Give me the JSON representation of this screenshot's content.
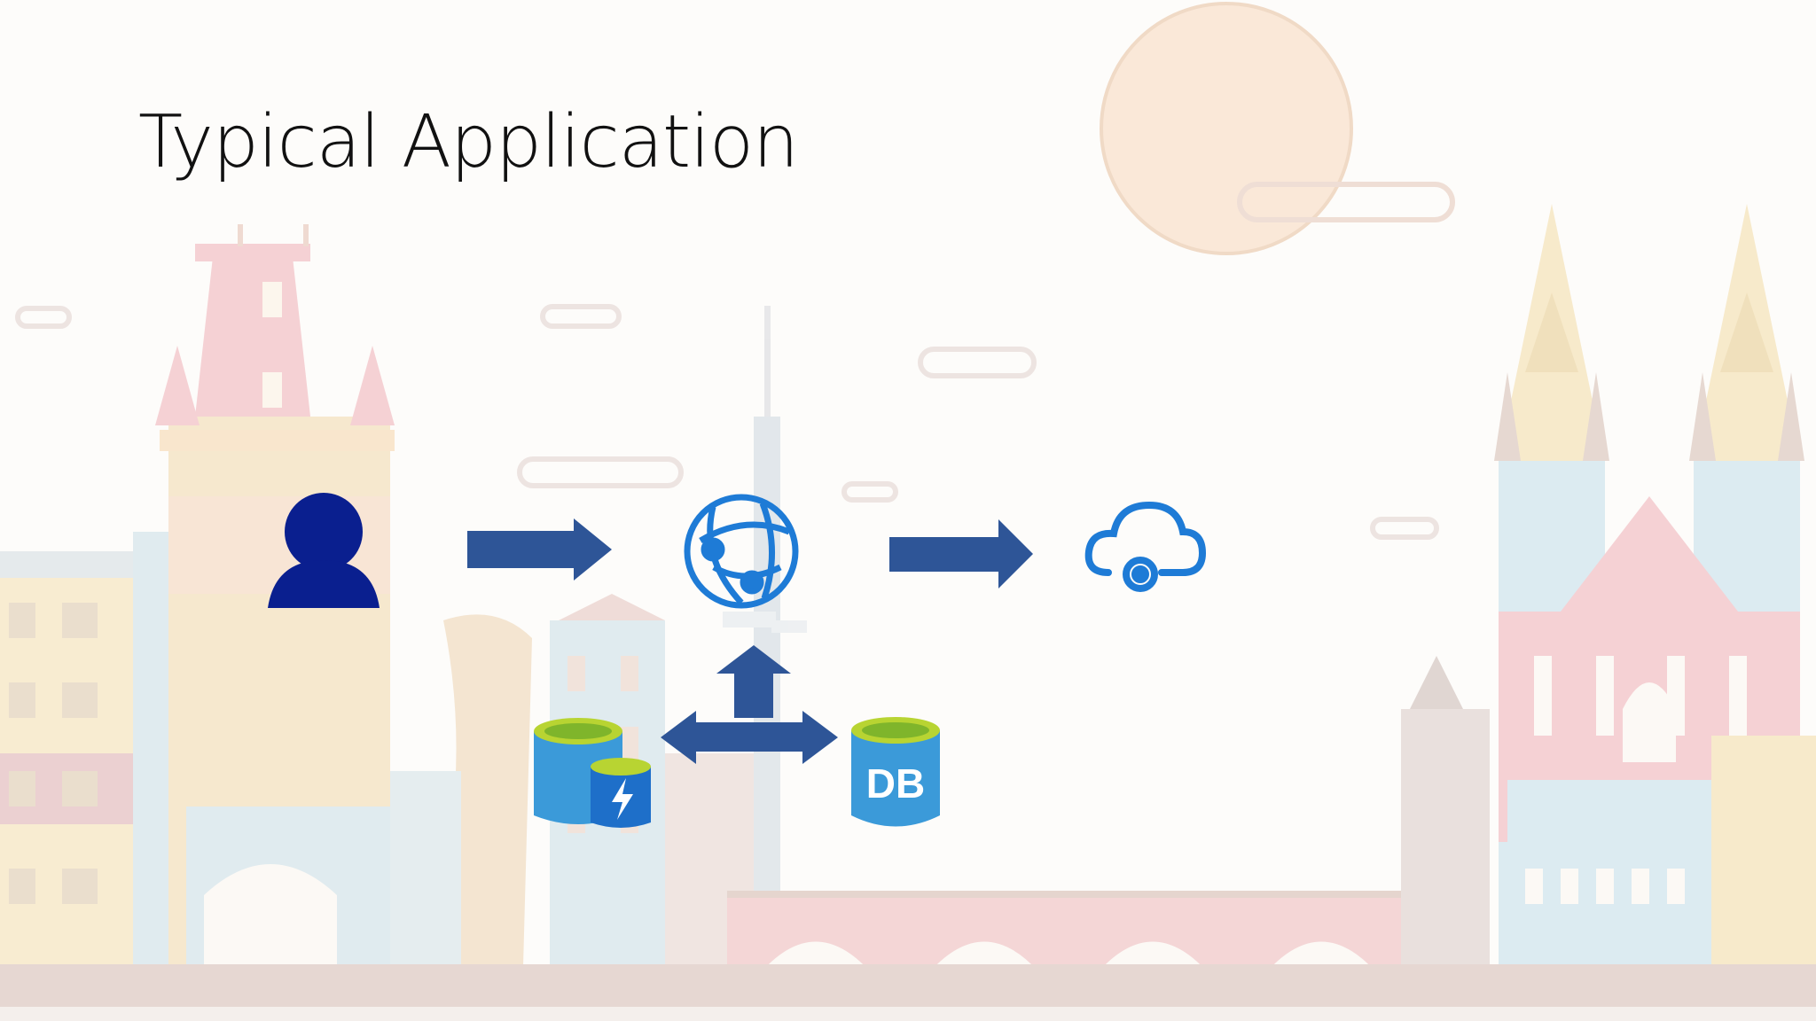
{
  "slide": {
    "title": "Typical Application"
  },
  "diagram": {
    "nodes": [
      {
        "id": "user",
        "icon": "user-icon",
        "label": ""
      },
      {
        "id": "web-app",
        "icon": "web-app-globe-icon",
        "label": ""
      },
      {
        "id": "cloud-service",
        "icon": "cloud-service-icon",
        "label": ""
      },
      {
        "id": "cache",
        "icon": "redis-cache-icon",
        "label": ""
      },
      {
        "id": "database",
        "icon": "sql-database-icon",
        "label": "DB"
      }
    ],
    "edges": [
      {
        "from": "user",
        "to": "web-app",
        "direction": "right"
      },
      {
        "from": "web-app",
        "to": "cloud-service",
        "direction": "right"
      },
      {
        "from": "web-app",
        "to": "cache",
        "direction": "bidirectional"
      },
      {
        "from": "web-app",
        "to": "database",
        "direction": "bidirectional"
      }
    ],
    "colors": {
      "arrow": "#2e5597",
      "user_icon": "#0a1f8f",
      "azure_blue": "#1e7bd6",
      "db_green": "#b8d432",
      "db_blue": "#3b9ad9"
    }
  },
  "background": {
    "theme": "Prague skyline illustration",
    "colors": {
      "sun": "#f7dcc4",
      "pink": "#f0b9bd",
      "yellow": "#f3dfb0",
      "light_blue": "#c9e1ea",
      "brown": "#d7bfb4",
      "ground": "#d9c2ba"
    }
  }
}
